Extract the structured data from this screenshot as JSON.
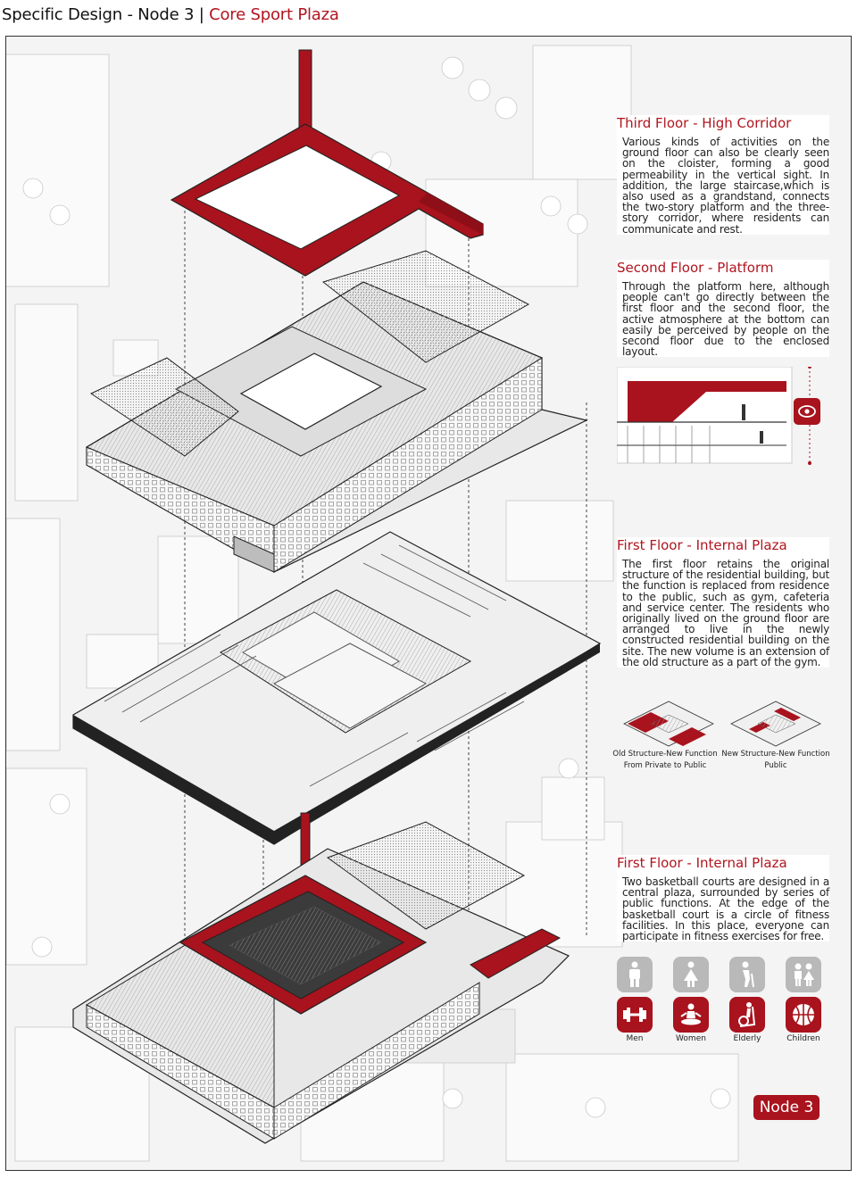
{
  "header": {
    "title_main": "Specific Design - Node 3 | ",
    "title_highlight": "Core Sport Plaza"
  },
  "sections": [
    {
      "title": "Third Floor - High Corridor",
      "body": "Various kinds of activities on the ground floor can also be clearly seen on the cloister, forming a good permeability in the vertical sight. In addition, the large staircase,which is also used as a grandstand, connects the two-story platform and the three-story corridor, where residents can communicate and rest."
    },
    {
      "title": "Second Floor - Platform",
      "body": "Through the platform here, although people can't go directly between the first floor and the second floor, the active atmosphere at the bottom can easily be perceived by people on the second floor due to the enclosed layout."
    },
    {
      "title": "First Floor - Internal Plaza",
      "body": "The first floor retains the original structure of the residential building, but the function is replaced from residence to the public, such as gym, cafeteria and service center. The residents who originally lived on the ground floor are arranged to live in the newly constructed residential building on the site. The new volume is an extension of the old structure as a part of the gym."
    },
    {
      "title": "First Floor - Internal Plaza",
      "body": "Two basketball courts are designed in a central plaza, surrounded by series of public functions. At the edge of the basketball court is a circle of fitness facilities. In this place, everyone can participate in fitness exercises for free."
    }
  ],
  "captions": {
    "old_structure": "Old Structure-New Function",
    "old_structure_sub": "From Private to Public",
    "new_structure": "New Structure-New Function",
    "new_structure_sub": "Public"
  },
  "user_groups": [
    {
      "label": "Men",
      "person_icon": "man-icon",
      "activity_icon": "dumbbell-icon"
    },
    {
      "label": "Women",
      "person_icon": "woman-icon",
      "activity_icon": "yoga-icon"
    },
    {
      "label": "Elderly",
      "person_icon": "elderly-icon",
      "activity_icon": "elliptical-icon"
    },
    {
      "label": "Children",
      "person_icon": "children-icon",
      "activity_icon": "basketball-icon"
    }
  ],
  "badge": "Node 3",
  "colors": {
    "accent": "#a8131d",
    "gray_icon": "#b9b9b9",
    "background": "#f4f4f4"
  }
}
